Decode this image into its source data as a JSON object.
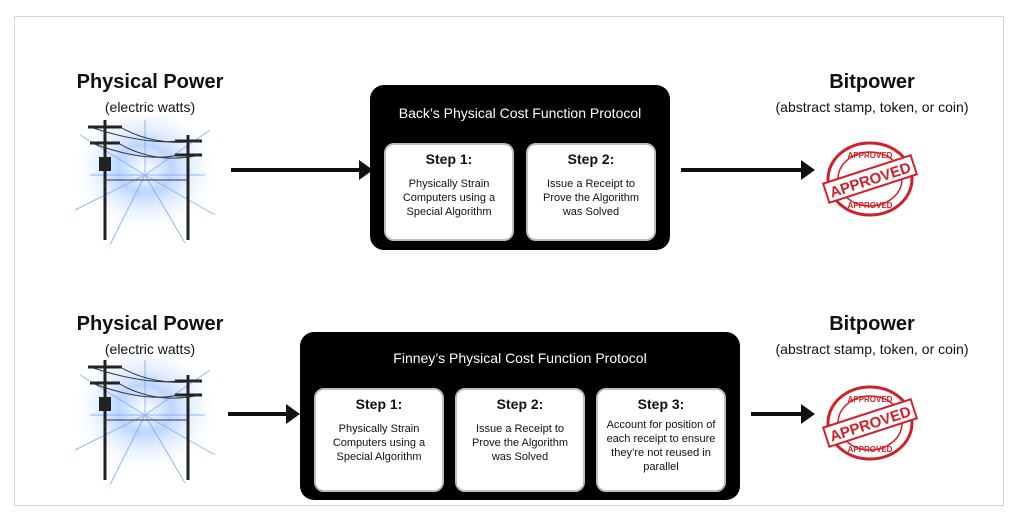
{
  "rows": [
    {
      "source": {
        "title": "Physical Power",
        "subtitle": "(electric watts)"
      },
      "protocol": {
        "title": "Back’s Physical Cost Function Protocol",
        "steps": [
          {
            "heading": "Step 1:",
            "body": "Physically Strain Computers using a Special Algorithm"
          },
          {
            "heading": "Step 2:",
            "body": "Issue a Receipt to Prove the Algorithm was Solved"
          }
        ]
      },
      "output": {
        "title": "Bitpower",
        "subtitle": "(abstract stamp, token, or coin)"
      },
      "stamp": {
        "top": "APPROVED",
        "middle": "APPROVED",
        "bottom": "APPROVED"
      }
    },
    {
      "source": {
        "title": "Physical Power",
        "subtitle": "(electric watts)"
      },
      "protocol": {
        "title": "Finney’s Physical Cost Function Protocol",
        "steps": [
          {
            "heading": "Step 1:",
            "body": "Physically Strain Computers using a Special Algorithm"
          },
          {
            "heading": "Step 2:",
            "body": "Issue a Receipt to Prove the Algorithm was Solved"
          },
          {
            "heading": "Step 3:",
            "body": "Account for position of each receipt to ensure they’re not reused in parallel"
          }
        ]
      },
      "output": {
        "title": "Bitpower",
        "subtitle": "(abstract stamp, token, or coin)"
      },
      "stamp": {
        "top": "APPROVED",
        "middle": "APPROVED",
        "bottom": "APPROVED"
      }
    }
  ],
  "colors": {
    "stamp": "#d0202a",
    "box": "#000000",
    "spark": "#6fa8ff"
  },
  "icons": {
    "source": "power-pole-icon",
    "output": "approved-stamp-icon"
  }
}
